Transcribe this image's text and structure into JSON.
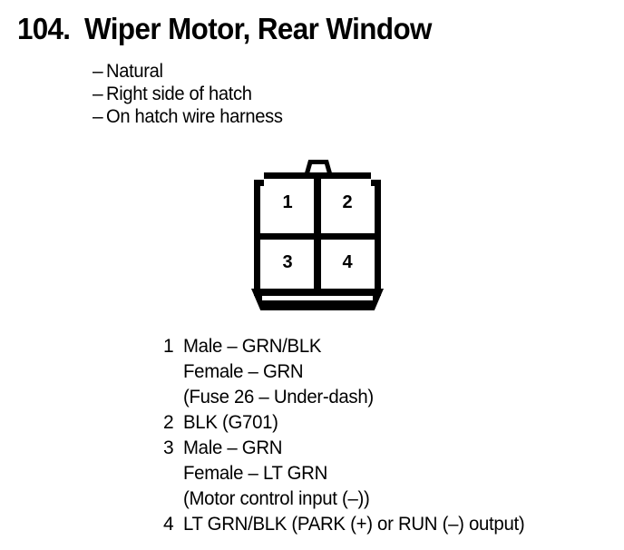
{
  "header": {
    "number": "104.",
    "title": "Wiper Motor, Rear Window"
  },
  "description": {
    "dash": "–",
    "items": [
      {
        "label": "Natural"
      },
      {
        "label": "Right side of hatch"
      },
      {
        "label": "On hatch wire harness"
      }
    ]
  },
  "connector": {
    "pin_count": 4,
    "pins": [
      {
        "number": "1"
      },
      {
        "number": "2"
      },
      {
        "number": "3"
      },
      {
        "number": "4"
      }
    ]
  },
  "legend": {
    "entries": [
      {
        "number": "1",
        "lines": [
          "Male – GRN/BLK",
          "Female – GRN",
          "(Fuse 26 – Under-dash)"
        ]
      },
      {
        "number": "2",
        "lines": [
          "BLK (G701)"
        ]
      },
      {
        "number": "3",
        "lines": [
          "Male – GRN",
          "Female – LT GRN",
          "(Motor control input (–))"
        ]
      },
      {
        "number": "4",
        "lines": [
          "LT GRN/BLK (PARK (+) or RUN (–) output)"
        ]
      }
    ]
  },
  "colors": {
    "ink": "#000000",
    "paper": "#ffffff"
  }
}
